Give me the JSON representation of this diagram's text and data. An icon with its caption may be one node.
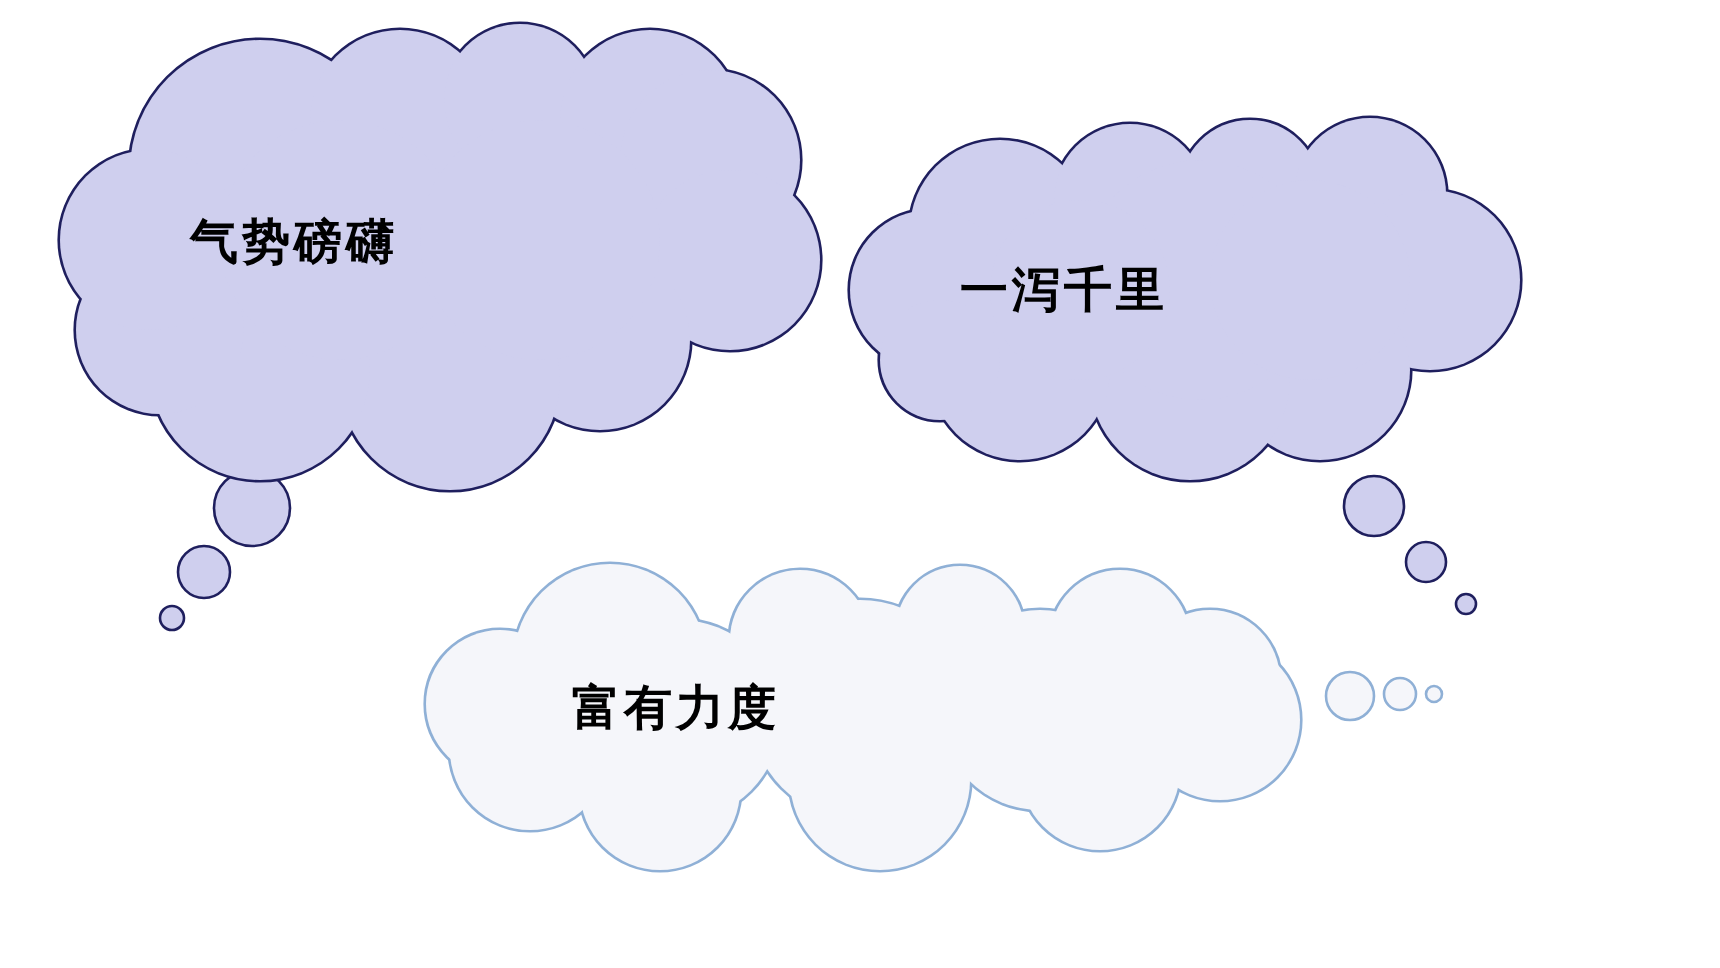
{
  "diagram": {
    "nodes": [
      {
        "text": [
          "气势磅礴"
        ]
      },
      {
        "text": [
          "一泻千里"
        ]
      },
      {
        "text": [
          "富有力度"
        ]
      }
    ]
  }
}
